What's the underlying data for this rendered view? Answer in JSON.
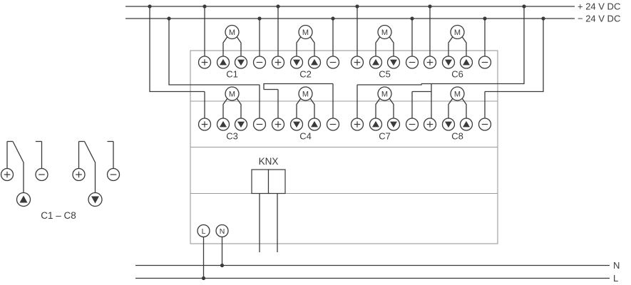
{
  "colors": {
    "background": "#ffffff",
    "wire": "#3a3a3a",
    "device_outline": "#9b9b9b",
    "text": "#3a3a3a"
  },
  "power_bus": {
    "positive_label": "+ 24 V DC",
    "negative_label": "− 24 V DC"
  },
  "mains_bus": {
    "neutral_label": "N",
    "line_label": "L"
  },
  "device": {
    "motor_symbol": "M",
    "knx_label": "KNX",
    "line_terminal_label": "L",
    "neutral_terminal_label": "N",
    "channels": [
      {
        "id": "C1",
        "row": 0,
        "col": 0,
        "terminals": [
          "plus",
          "up",
          "down",
          "minus"
        ]
      },
      {
        "id": "C2",
        "row": 0,
        "col": 1,
        "terminals": [
          "plus",
          "down",
          "up",
          "minus"
        ]
      },
      {
        "id": "C5",
        "row": 0,
        "col": 2,
        "terminals": [
          "plus",
          "up",
          "down",
          "minus"
        ]
      },
      {
        "id": "C6",
        "row": 0,
        "col": 3,
        "terminals": [
          "plus",
          "down",
          "up",
          "minus"
        ]
      },
      {
        "id": "C3",
        "row": 1,
        "col": 0,
        "terminals": [
          "plus",
          "up",
          "down",
          "minus"
        ]
      },
      {
        "id": "C4",
        "row": 1,
        "col": 1,
        "terminals": [
          "plus",
          "down",
          "up",
          "minus"
        ]
      },
      {
        "id": "C7",
        "row": 1,
        "col": 2,
        "terminals": [
          "plus",
          "up",
          "down",
          "minus"
        ]
      },
      {
        "id": "C8",
        "row": 1,
        "col": 3,
        "terminals": [
          "plus",
          "down",
          "up",
          "minus"
        ]
      }
    ]
  },
  "legend": {
    "label": "C1 – C8",
    "symbols": [
      {
        "left": "plus",
        "right": "minus",
        "output": "up"
      },
      {
        "left": "plus",
        "right": "minus",
        "output": "down"
      }
    ]
  }
}
